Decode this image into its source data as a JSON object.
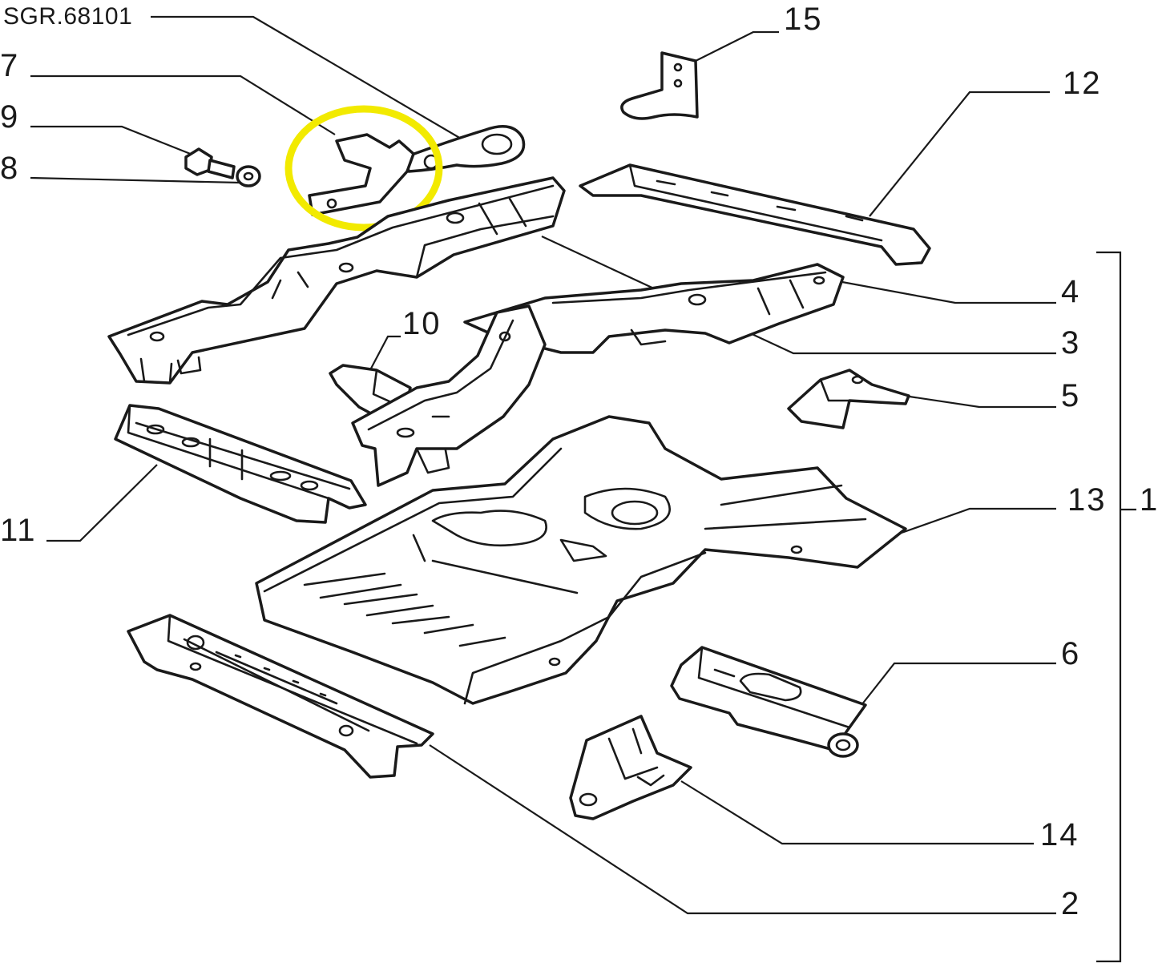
{
  "diagram": {
    "reference_code": "SGR.68101",
    "callouts": [
      "7",
      "9",
      "8",
      "15",
      "12",
      "4",
      "10",
      "3",
      "5",
      "11",
      "13",
      "1",
      "6",
      "14",
      "2"
    ]
  },
  "colors": {
    "line": "#1a1a1a",
    "highlight": "#f2ea00",
    "background": "#ffffff"
  }
}
